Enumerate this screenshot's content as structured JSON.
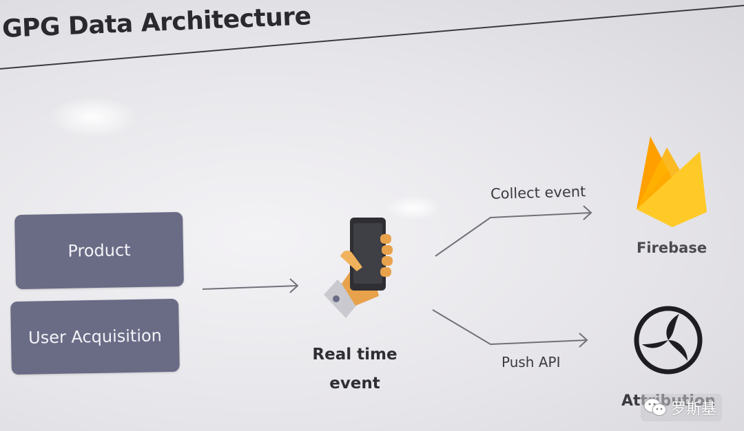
{
  "slide": {
    "title": "GPG Data Architecture"
  },
  "sources": {
    "product_label": "Product",
    "user_acquisition_label": "User Acquisition"
  },
  "center": {
    "event_label_line1": "Real time",
    "event_label_line2": "event"
  },
  "edges": {
    "collect_label": "Collect event",
    "push_label": "Push API"
  },
  "targets": {
    "firebase_label": "Firebase",
    "attribution_label": "Attribution"
  },
  "watermark": {
    "text": "罗斯基"
  },
  "colors": {
    "box_fill": "#6a6c86",
    "firebase_orange": "#f5a623",
    "firebase_yellow": "#ffca28",
    "firebase_dark": "#f57c00",
    "text_dark": "#2a2a2e"
  },
  "icons": {
    "phone": "hand-holding-phone-icon",
    "firebase": "firebase-flame-icon",
    "attribution": "appsflyer-logo-icon",
    "watermark": "wechat-icon"
  }
}
